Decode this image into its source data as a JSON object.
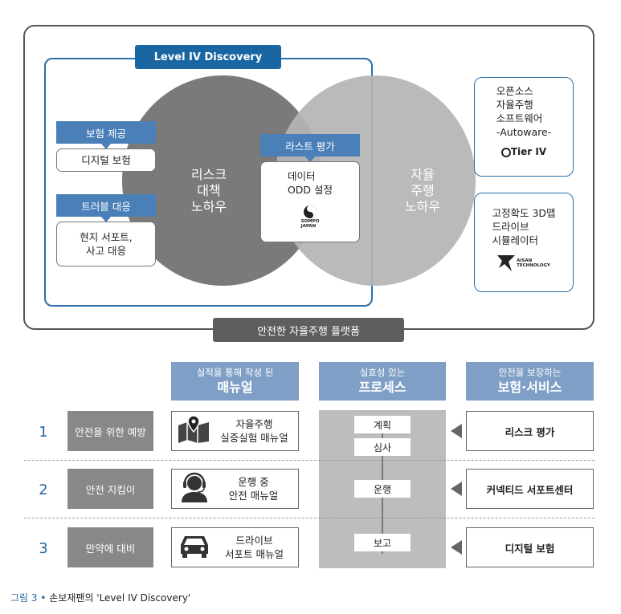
{
  "diagram": {
    "title": "Level IV Discovery",
    "circle_left": "리스크\n대책\n노하우",
    "circle_right": "자율\n주행\n노하우",
    "left_items": [
      {
        "label": "보험 제공",
        "content": "디지털 보험"
      },
      {
        "label": "트러블 대응",
        "content": "현지 서포트,\n사고 대응"
      }
    ],
    "center_item": {
      "label": "라스트 평가",
      "content": "데이터\nODD 설정",
      "logo_text": "SOMPO\nJAPAN"
    },
    "right_boxes": [
      {
        "content": "오픈소스\n자율주행\n소프트웨어\n-Autoware-",
        "logo_text": "Tier IV"
      },
      {
        "content": "고정확도 3D맵\n드라이브\n시뮬레이터",
        "logo_text": "AISAN\nTECHNOLOGY"
      }
    ],
    "platform_label": "안전한 자율주행 플랫폼"
  },
  "table": {
    "columns": [
      {
        "sub": "실적을 통해 작성 된",
        "main": "매뉴얼"
      },
      {
        "sub": "실효성 있는",
        "main": "프로세스"
      },
      {
        "sub": "안전을 보장하는",
        "main": "보험·서비스"
      }
    ],
    "rows": [
      {
        "num": "1",
        "label": "안전을 위한 예방",
        "manual": "자율주행\n실증실험 매뉴얼",
        "service": "리스크 평가"
      },
      {
        "num": "2",
        "label": "안전 지킴이",
        "manual": "운행 중\n안전 매뉴얼",
        "service": "커넥티드 서포트센터"
      },
      {
        "num": "3",
        "label": "만약에 대비",
        "manual": "드라이브\n서포트 매뉴얼",
        "service": "디지털 보험"
      }
    ],
    "process_steps": [
      "계획",
      "심사",
      "운행",
      "보고"
    ]
  },
  "caption": {
    "number": "그림 3",
    "separator": "•",
    "text": "손보재팬의 'Level IV Discovery'"
  }
}
